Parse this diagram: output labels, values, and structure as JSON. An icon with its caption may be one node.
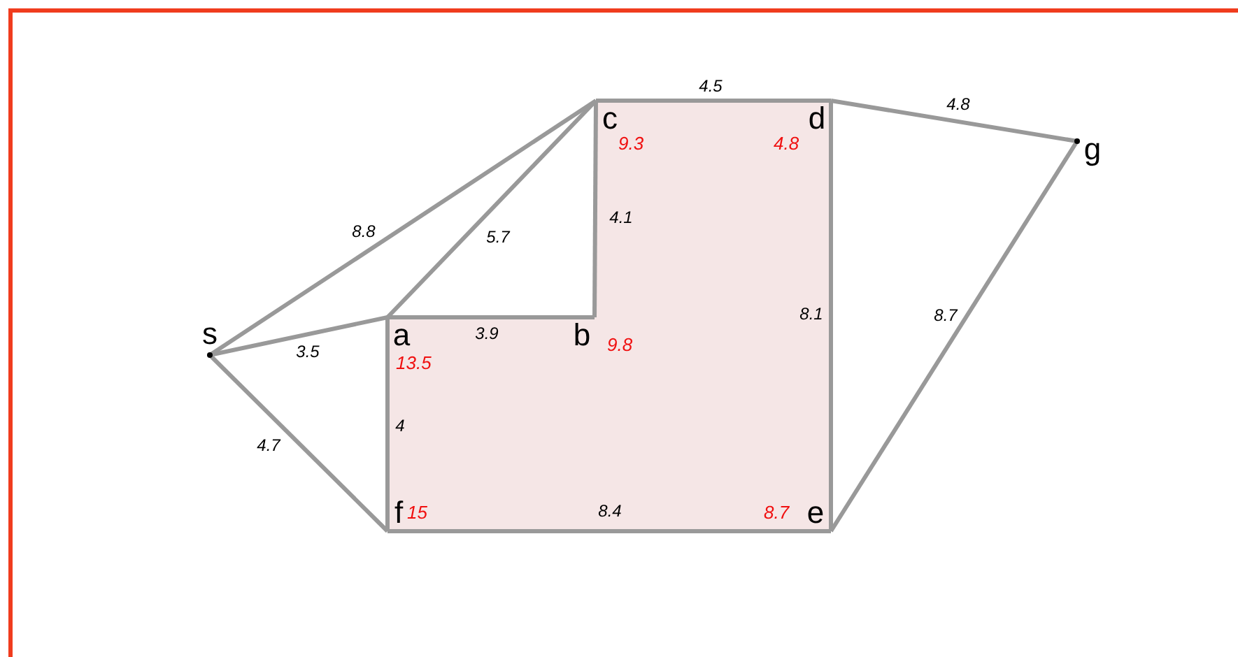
{
  "diagram": {
    "nodes": [
      {
        "text": [
          "c"
        ],
        "beside": [
          "9.3"
        ]
      },
      {
        "text": [
          "d"
        ],
        "beside": [
          "4.8"
        ]
      },
      {
        "text": [
          "g"
        ]
      },
      {
        "text": [
          "s"
        ]
      },
      {
        "text": [
          "a"
        ],
        "beside": [
          "13.5"
        ]
      },
      {
        "text": [
          "b"
        ],
        "beside": [
          "9.8"
        ]
      },
      {
        "text": [
          "f"
        ],
        "beside": [
          "15"
        ]
      },
      {
        "text": [
          "e"
        ],
        "beside": [
          "8.7"
        ]
      }
    ],
    "edges": [
      {
        "from": 3,
        "to": 0,
        "arrow": "none",
        "label": "8.8"
      },
      {
        "from": 3,
        "to": 4,
        "arrow": "none",
        "label": "3.5"
      },
      {
        "from": 3,
        "to": 6,
        "arrow": "none",
        "label": "4.7"
      },
      {
        "from": 4,
        "to": 0,
        "arrow": "none",
        "label": "5.7"
      },
      {
        "from": 4,
        "to": 5,
        "arrow": "none",
        "label": "3.9"
      },
      {
        "from": 5,
        "to": 0,
        "arrow": "none",
        "label": "4.1"
      },
      {
        "from": 0,
        "to": 1,
        "arrow": "none",
        "label": "4.5"
      },
      {
        "from": 1,
        "to": 2,
        "arrow": "none",
        "label": "4.8"
      },
      {
        "from": 1,
        "to": 7,
        "arrow": "none",
        "label": "8.1"
      },
      {
        "from": 7,
        "to": 2,
        "arrow": "none",
        "label": "8.7"
      },
      {
        "from": 6,
        "to": 7,
        "arrow": "none",
        "label": "8.4"
      },
      {
        "from": 4,
        "to": 6,
        "arrow": "none",
        "label": "4"
      }
    ]
  }
}
